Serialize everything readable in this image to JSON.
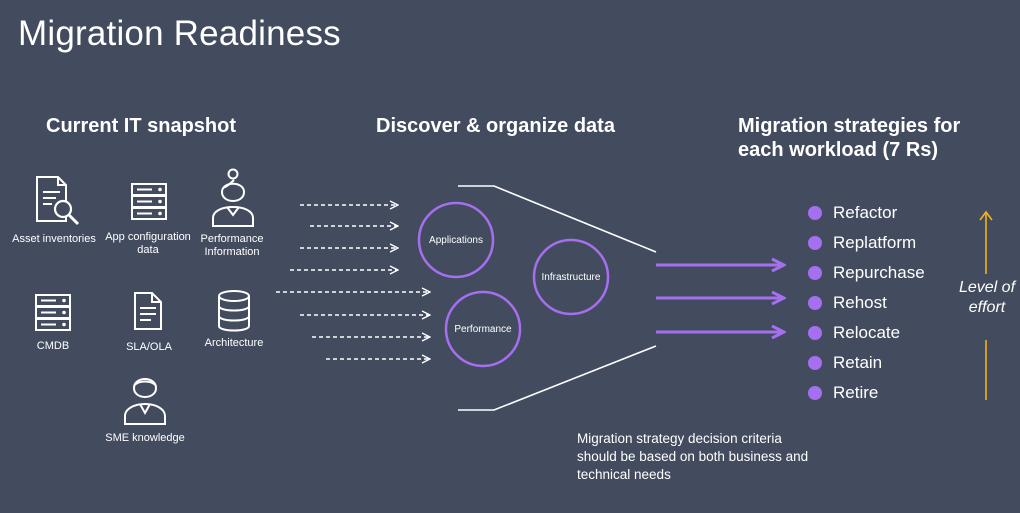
{
  "title": "Migration Readiness",
  "sections": {
    "current": "Current IT snapshot",
    "discover": "Discover & organize data",
    "strategies": "Migration strategies for each workload (7 Rs)"
  },
  "sources": [
    {
      "label": "Asset inventories",
      "icon": "document-search-icon"
    },
    {
      "label": "App configuration data",
      "icon": "server-icon"
    },
    {
      "label": "Performance Information",
      "icon": "person-icon"
    },
    {
      "label": "CMDB",
      "icon": "server-icon"
    },
    {
      "label": "SLA/OLA",
      "icon": "document-icon"
    },
    {
      "label": "Architecture",
      "icon": "database-icon"
    },
    {
      "label": "SME knowledge",
      "icon": "person-icon"
    }
  ],
  "data_circles": [
    "Applications",
    "Infrastructure",
    "Performance"
  ],
  "strategies": [
    "Refactor",
    "Replatform",
    "Repurchase",
    "Rehost",
    "Relocate",
    "Retain",
    "Retire"
  ],
  "effort_label": "Level of effort",
  "note": "Migration strategy decision criteria should be based on both business and technical needs",
  "colors": {
    "background": "#434c5e",
    "accent": "#a56ff0",
    "effort_arrow": "#f5b21b"
  }
}
